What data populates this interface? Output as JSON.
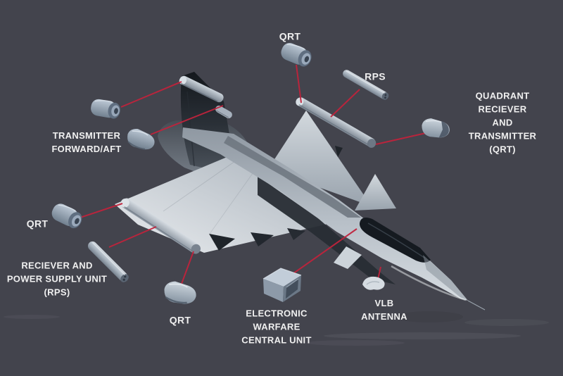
{
  "theme": {
    "bg": "#43444d",
    "accent": "#c0233c",
    "text": "#f0f0f0"
  },
  "diagram": {
    "description": "Exploded diagram of fighter aircraft electronic warfare system components",
    "labels": {
      "qrt_top": "QRT",
      "rps_top": "RPS",
      "quadrant_qrt": "QUADRANT RECIEVER\nAND TRANSMITTER\n(QRT)",
      "transmitter_fwd_aft": "TRANSMITTER\nFORWARD/AFT",
      "qrt_left": "QRT",
      "rps_unit": "RECIEVER AND\nPOWER SUPPLY UNIT\n(RPS)",
      "qrt_bottom": "QRT",
      "ew_central_unit": "ELECTRONIC\nWARFARE\nCENTRAL UNIT",
      "vlb_antenna": "VLB\nANTENNA"
    }
  }
}
